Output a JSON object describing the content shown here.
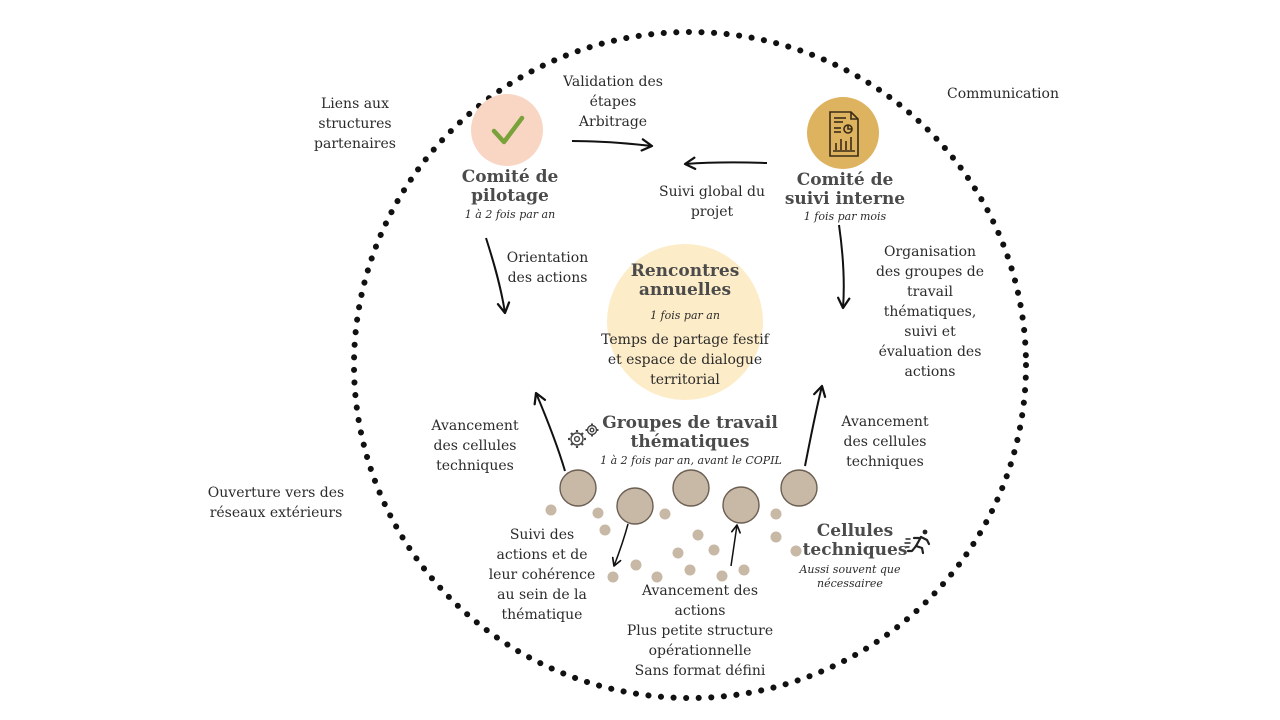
{
  "outer_labels": {
    "liens": "Liens aux\nstructures\npartenaires",
    "communication": "Communication",
    "ouverture": "Ouverture vers des\nréseaux extérieurs"
  },
  "comite_pilotage": {
    "title": "Comité de\npilotage",
    "freq": "1 à 2 fois par an",
    "icon": "checkmark-icon",
    "color": "#f9d5c4",
    "icon_color": "#7aa23b"
  },
  "comite_suivi": {
    "title": "Comité de\nsuivi interne",
    "freq": "1 fois par mois",
    "icon": "report-document-icon",
    "color": "#deb35f"
  },
  "rencontres": {
    "title": "Rencontres\nannuelles",
    "freq": "1 fois par an",
    "desc": "Temps de partage festif\net espace de dialogue\nterritorial",
    "color": "#fdecc8"
  },
  "groupes": {
    "title": "Groupes de travail\nthématiques",
    "freq": "1 à 2 fois par an, avant le COPIL",
    "icon": "gears-icon"
  },
  "cellules": {
    "title": "Cellules\ntechniques",
    "freq": "Aussi souvent que\nnécessairee",
    "icon": "running-person-icon"
  },
  "flows": {
    "validation": "Validation des\nétapes\nArbitrage",
    "suivi_global": "Suivi global du\nprojet",
    "orientation": "Orientation\ndes actions",
    "organisation": "Organisation\ndes groupes de\ntravail\nthématiques,\nsuivi et\névaluation des\nactions",
    "avancement_left": "Avancement\ndes cellules\ntechniques",
    "avancement_right": "Avancement\ndes cellules\ntechniques",
    "suivi_actions": "Suivi des\nactions et de\nleur cohérence\nau sein de la\nthématique",
    "avancement_actions": "Avancement des\nactions\nPlus petite structure\nopérationnelle\nSans format défini"
  },
  "colors": {
    "bubble": "#c8b8a6",
    "bubble_stroke": "#6b5f53",
    "dot": "#c8b8a6",
    "border": "#111111",
    "heading": "#4b4b4b"
  }
}
